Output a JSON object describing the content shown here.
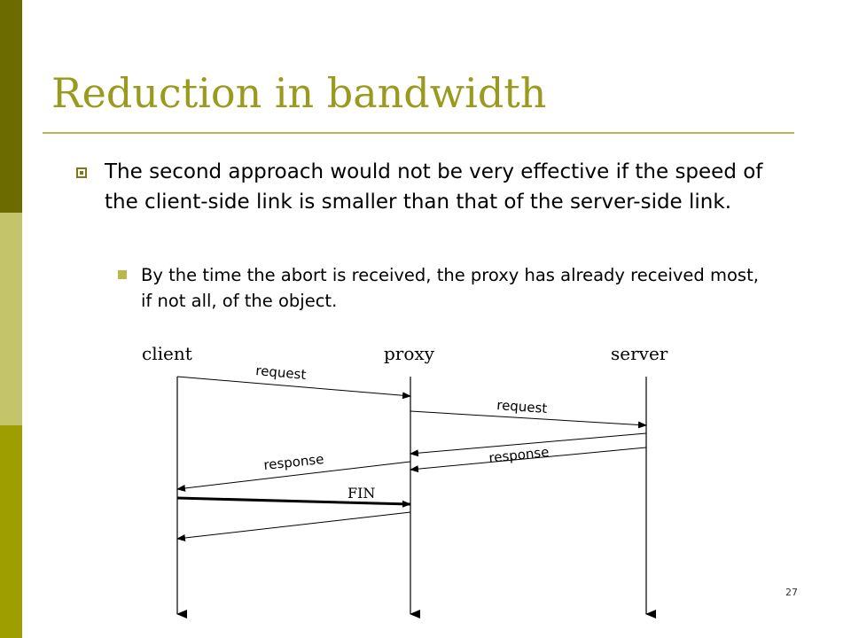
{
  "slide": {
    "title": "Reduction in bandwidth",
    "bullet1": "The second approach would not be very effective if the speed of the client-side link is smaller than that of the server-side link.",
    "bullet2": "By the time the abort is received, the proxy has already received most, if not all, of the object.",
    "page_number": "27"
  },
  "diagram": {
    "actors": {
      "client": "client",
      "proxy": "proxy",
      "server": "server"
    },
    "messages": {
      "request1": "request",
      "request2": "request",
      "response1": "response",
      "response2": "response",
      "fin": "FIN"
    }
  },
  "colors": {
    "title": "#9a9a1e",
    "band_dark": "#6b6b00",
    "band_light": "#c4c46b",
    "band_mid": "#9e9e00"
  }
}
